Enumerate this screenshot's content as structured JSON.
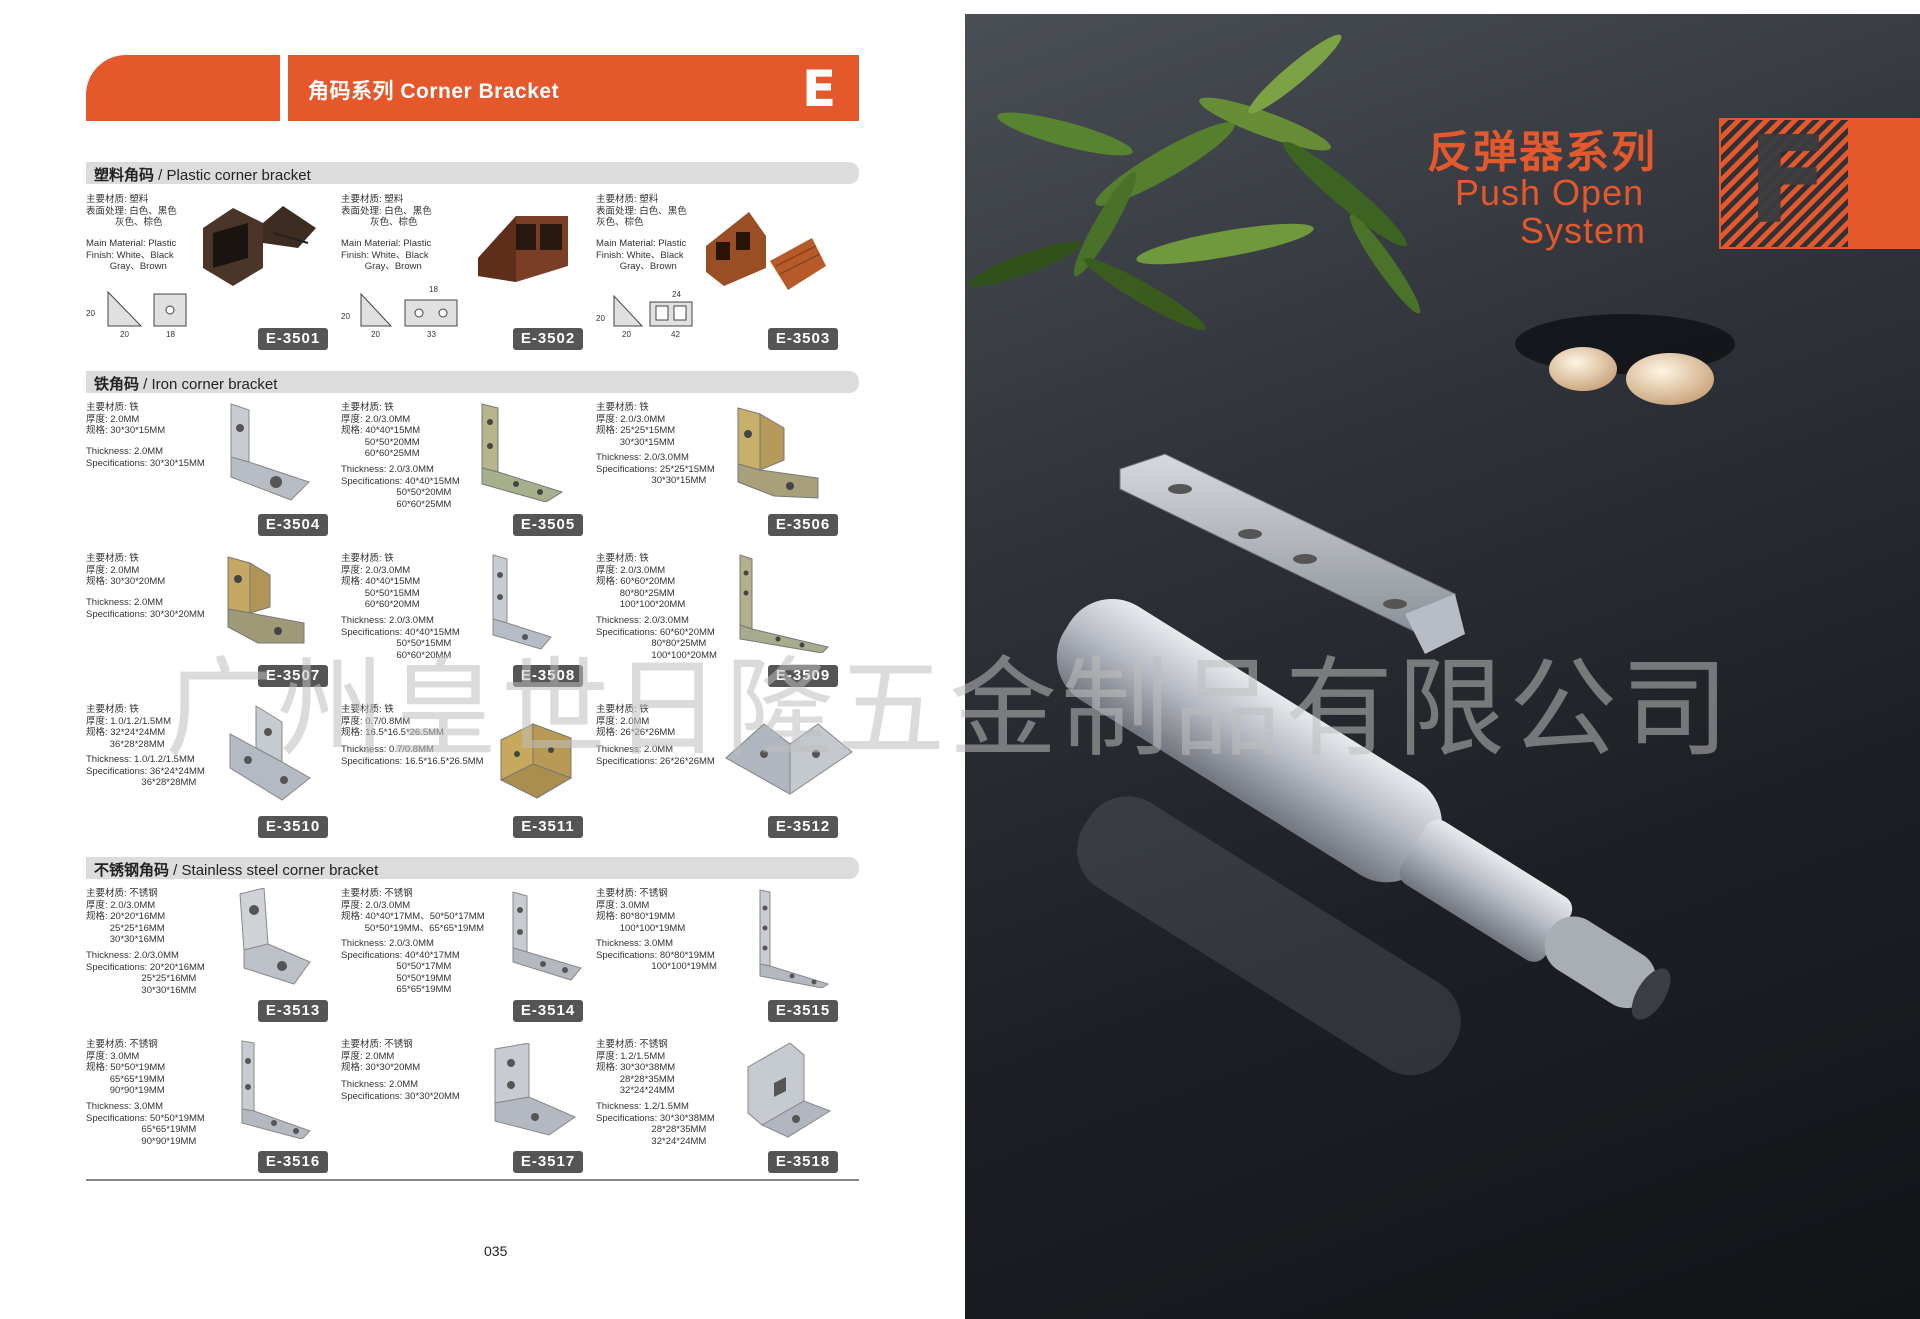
{
  "header": {
    "title": "角码系列 Corner Bracket",
    "letter": "E"
  },
  "sections": {
    "plastic": {
      "cn": "塑料角码",
      "en": " / Plastic corner bracket"
    },
    "iron": {
      "cn": "铁角码",
      "en": " / Iron corner bracket"
    },
    "stainless": {
      "cn": "不锈钢角码",
      "en": " / Stainless steel corner bracket"
    }
  },
  "products": {
    "e3501": {
      "code": "E-3501",
      "spec_cn": "主要材质: 塑料\n表面处理: 白色、黑色\n           灰色、棕色",
      "spec_en": "Main Material: Plastic\nFinish: White、Black\n         Gray、Brown",
      "dims": [
        "20",
        "20",
        "18"
      ]
    },
    "e3502": {
      "code": "E-3502",
      "spec_cn": "主要材质: 塑料\n表面处理: 白色、黑色\n           灰色、棕色",
      "spec_en": "Main Material: Plastic\nFinish: White、Black\n         Gray、Brown",
      "dims": [
        "20",
        "20",
        "33",
        "18"
      ]
    },
    "e3503": {
      "code": "E-3503",
      "spec_cn": "主要材质: 塑料\n表面处理: 白色、黑色\n灰色、棕色",
      "spec_en": "Main Material: Plastic\nFinish: White、Black\n         Gray、Brown",
      "dims": [
        "20",
        "20",
        "42",
        "24"
      ]
    },
    "e3504": {
      "code": "E-3504",
      "spec_cn": "主要材质: 铁\n厚度: 2.0MM\n规格: 30*30*15MM",
      "spec_en": "Thickness: 2.0MM\nSpecifications: 30*30*15MM"
    },
    "e3505": {
      "code": "E-3505",
      "spec_cn": "主要材质: 铁\n厚度: 2.0/3.0MM\n规格: 40*40*15MM\n         50*50*20MM\n         60*60*25MM",
      "spec_en": "Thickness: 2.0/3.0MM\nSpecifications: 40*40*15MM\n                     50*50*20MM\n                     60*60*25MM"
    },
    "e3506": {
      "code": "E-3506",
      "spec_cn": "主要材质: 铁\n厚度: 2.0/3.0MM\n规格: 25*25*15MM\n         30*30*15MM",
      "spec_en": "Thickness: 2.0/3.0MM\nSpecifications: 25*25*15MM\n                     30*30*15MM"
    },
    "e3507": {
      "code": "E-3507",
      "spec_cn": "主要材质: 铁\n厚度: 2.0MM\n规格: 30*30*20MM",
      "spec_en": "Thickness: 2.0MM\nSpecifications: 30*30*20MM"
    },
    "e3508": {
      "code": "E-3508",
      "spec_cn": "主要材质: 铁\n厚度: 2.0/3.0MM\n规格: 40*40*15MM\n         50*50*15MM\n         60*60*20MM",
      "spec_en": "Thickness: 2.0/3.0MM\nSpecifications: 40*40*15MM\n                     50*50*15MM\n                     60*60*20MM"
    },
    "e3509": {
      "code": "E-3509",
      "spec_cn": "主要材质: 铁\n厚度: 2.0/3.0MM\n规格: 60*60*20MM\n         80*80*25MM\n         100*100*20MM",
      "spec_en": "Thickness: 2.0/3.0MM\nSpecifications: 60*60*20MM\n                     80*80*25MM\n                     100*100*20MM"
    },
    "e3510": {
      "code": "E-3510",
      "spec_cn": "主要材质: 铁\n厚度: 1.0/1.2/1.5MM\n规格: 32*24*24MM\n         36*28*28MM",
      "spec_en": "Thickness: 1.0/1.2/1.5MM\nSpecifications: 36*24*24MM\n                     36*28*28MM"
    },
    "e3511": {
      "code": "E-3511",
      "spec_cn": "主要材质: 铁\n厚度: 0.7/0.8MM\n规格: 16.5*16.5*26.5MM",
      "spec_en": "Thickness: 0.7/0.8MM\nSpecifications: 16.5*16.5*26.5MM"
    },
    "e3512": {
      "code": "E-3512",
      "spec_cn": "主要材质: 铁\n厚度: 2.0MM\n规格: 26*26*26MM",
      "spec_en": "Thickness: 2.0MM\nSpecifications: 26*26*26MM"
    },
    "e3513": {
      "code": "E-3513",
      "spec_cn": "主要材质: 不锈钢\n厚度: 2.0/3.0MM\n规格: 20*20*16MM\n         25*25*16MM\n         30*30*16MM",
      "spec_en": "Thickness: 2.0/3.0MM\nSpecifications: 20*20*16MM\n                     25*25*16MM\n                     30*30*16MM"
    },
    "e3514": {
      "code": "E-3514",
      "spec_cn": "主要材质: 不锈钢\n厚度: 2.0/3.0MM\n规格: 40*40*17MM、50*50*17MM\n         50*50*19MM、65*65*19MM",
      "spec_en": "Thickness: 2.0/3.0MM\nSpecifications: 40*40*17MM\n                     50*50*17MM\n                     50*50*19MM\n                     65*65*19MM"
    },
    "e3515": {
      "code": "E-3515",
      "spec_cn": "主要材质: 不锈钢\n厚度: 3.0MM\n规格: 80*80*19MM\n         100*100*19MM",
      "spec_en": "Thickness: 3.0MM\nSpecifications: 80*80*19MM\n                     100*100*19MM"
    },
    "e3516": {
      "code": "E-3516",
      "spec_cn": "主要材质: 不锈钢\n厚度: 3.0MM\n规格: 50*50*19MM\n         65*65*19MM\n         90*90*19MM",
      "spec_en": "Thickness: 3.0MM\nSpecifications: 50*50*19MM\n                     65*65*19MM\n                     90*90*19MM"
    },
    "e3517": {
      "code": "E-3517",
      "spec_cn": "主要材质: 不锈钢\n厚度: 2.0MM\n规格: 30*30*20MM",
      "spec_en": "Thickness: 2.0MM\nSpecifications: 30*30*20MM"
    },
    "e3518": {
      "code": "E-3518",
      "spec_cn": "主要材质: 不锈钢\n厚度: 1.2/1.5MM\n规格: 30*30*38MM\n         28*28*35MM\n         32*24*24MM",
      "spec_en": "Thickness: 1.2/1.5MM\nSpecifications: 30*30*38MM\n                     28*28*35MM\n                     32*24*24MM"
    }
  },
  "page_number": "035",
  "right_page": {
    "title_cn": "反弹器系列",
    "title_en_line1": "Push Open",
    "title_en_line2": "System",
    "badge_letter": "F"
  },
  "watermark": "广州皇世日隆五金制品有限公司",
  "colors": {
    "accent": "#e4582b",
    "section_bar": "#dcdcdc",
    "code_tag": "#555555"
  }
}
